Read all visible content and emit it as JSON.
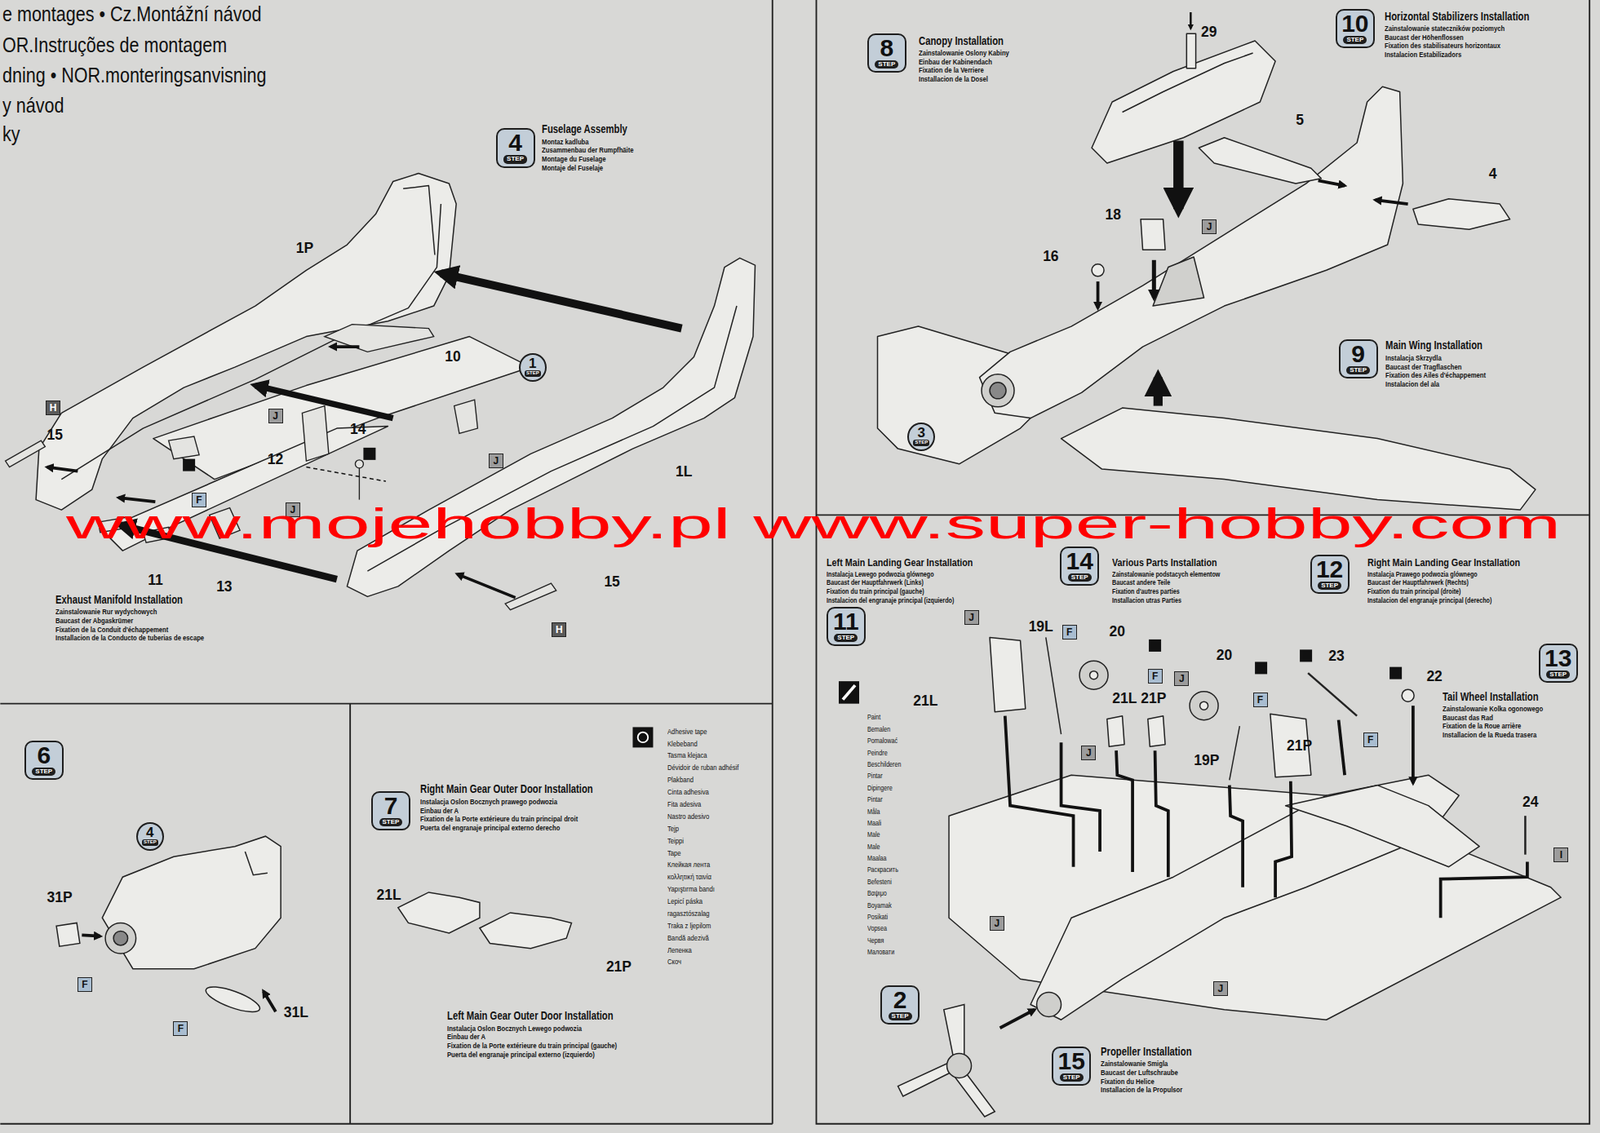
{
  "diagram": {
    "nodes": [
      {
        "text": [
          "4",
          "STEP"
        ]
      },
      {
        "text": [
          "1",
          "STEP"
        ]
      },
      {
        "text": [
          "H"
        ]
      },
      {
        "text": [
          "J"
        ]
      },
      {
        "text": [
          "J"
        ]
      },
      {
        "text": [
          "J"
        ]
      },
      {
        "text": [
          "F"
        ]
      },
      {
        "text": [
          "H"
        ]
      },
      {
        "text": [
          "8",
          "STEP"
        ]
      },
      {
        "text": [
          "10",
          "STEP"
        ]
      },
      {
        "text": [
          "J"
        ]
      },
      {
        "text": [
          "3",
          "STEP"
        ]
      },
      {
        "text": [
          "9",
          "STEP"
        ]
      },
      {
        "text": [
          "6",
          "STEP"
        ]
      },
      {
        "text": [
          "4",
          "STEP"
        ]
      },
      {
        "text": [
          "F"
        ]
      },
      {
        "text": [
          "F"
        ]
      },
      {
        "text": [
          "7",
          "STEP"
        ]
      },
      {
        "text": [
          "11",
          "STEP"
        ]
      },
      {
        "text": [
          "14",
          "STEP"
        ]
      },
      {
        "text": [
          "12",
          "STEP"
        ]
      },
      {
        "text": [
          "13",
          "STEP"
        ]
      },
      {
        "text": [
          "J"
        ]
      },
      {
        "text": [
          "F"
        ]
      },
      {
        "text": [
          "F"
        ]
      },
      {
        "text": [
          "J"
        ]
      },
      {
        "text": [
          "F"
        ]
      },
      {
        "text": [
          "J"
        ]
      },
      {
        "text": [
          "F"
        ]
      },
      {
        "text": [
          "I"
        ]
      },
      {
        "text": [
          "J"
        ]
      },
      {
        "text": [
          "J"
        ]
      },
      {
        "text": [
          "15",
          "STEP"
        ]
      },
      {
        "text": [
          "2",
          "STEP"
        ]
      }
    ],
    "labels": [
      "e montages • Cz.Montážní návod",
      "OR.Instruções de montagem",
      "dning • NOR.monteringsanvisning",
      "y návod",
      "ky",
      "Fuselage Assembly",
      "Montaz kadluba",
      "Zusammenbau der Rumpfhäite",
      "Montage du Fuselage",
      "Montaje del Fuselaje",
      "1P",
      "10",
      "14",
      "12",
      "1L",
      "15",
      "11",
      "13",
      "15",
      "Exhaust Manifold Installation",
      "Zainstalowanie Rur wydychowych",
      "Baucast der Abgaskrümer",
      "Fixation de la Conduit d'échappement",
      "Installacion de la Conducto de tuberias de escape",
      "Canopy Installation",
      "Zainstalowanie Oslony Kabiny",
      "Einbau der Kabinendach",
      "Fixation de la Verriere",
      "Installacion de la Dosel",
      "Horizontal Stabilizers Installation",
      "Zainstalowanie stateczników poziomych",
      "Baucast der Höhenflossen",
      "Fixation des stabilisateurs horizontaux",
      "Instalacion Estabilizadors",
      "29",
      "5",
      "4",
      "18",
      "16",
      "Main Wing Installation",
      "Instalacja Skrzydla",
      "Baucast der Tragflaschen",
      "Fixation des Ailes d'échappement",
      "Instalacion del ala",
      "31P",
      "31L",
      "Adhesive tape",
      "Klebeband",
      "Tasma klejaca",
      "Dévidoir de ruban adhésif",
      "Plakband",
      "Cinta adhesiva",
      "Fita adesiva",
      "Nastro adesivo",
      "Tejp",
      "Teippi",
      "Tape",
      "Клейкая лента",
      "κολλητική ταινία",
      "Yapıştırma bandı",
      "Lepicí páska",
      "ragasztószalag",
      "Traka z ljepilom",
      "Bandă adezivă",
      "Лепенка",
      "Скоч",
      "Right Main Gear Outer Door Installation",
      "Instalacja Oslon Bocznych prawego podwozia",
      "Einbau der A",
      "Fixation de la Porte extérieure du train principal droit",
      "Puerta del engranaje principal externo derecho",
      "21L",
      "21P",
      "Left Main Gear Outer Door Installation",
      "Instalacja Oslon Bocznych Lewego podwozia",
      "Einbau der A",
      "Fixation de la Porte extérieure du train principal (gauche)",
      "Puerta del engranaje principal externo (izquierdo)",
      "www.mojehobby.pl www.super-hobby.com",
      "Left Main Landing Gear Installation",
      "Instalacja Lewego podwozia glównego",
      "Baucast der Hauptfahrwerk (Links)",
      "Fixation du train principal (gauche)",
      "Instalacion del engranaje principal (izquierdo)",
      "Various Parts Installation",
      "Zainstalowanie podstacych elementow",
      "Baucast andere Teile",
      "Fixation d'autres parties",
      "Installacion utras Parties",
      "Right Main Landing Gear Installation",
      "Instalacja Prawego podwozia glównego",
      "Baucast der Hauptfahrwerk (Rechts)",
      "Fixation du train principal (droite)",
      "Instalacion del engranaje principal (derecho)",
      "Paint",
      "Bemalen",
      "Pomalować",
      "Peindre",
      "Beschilderen",
      "Pintar",
      "Dipingere",
      "Pintar",
      "Måla",
      "Maali",
      "Male",
      "Male",
      "Maalaa",
      "Раскрасить",
      "Befesteni",
      "Βαψιμο",
      "Boyamak",
      "Posikati",
      "Vopsea",
      "Червя",
      "Маловати",
      "21L",
      "19L",
      "20",
      "21L",
      "21P",
      "20",
      "19P",
      "21P",
      "23",
      "22",
      "24",
      "Tail Wheel Installation",
      "Zainstalowanie Kolka ogonowego",
      "Baucast das Rad",
      "Fixation de la Roue arrière",
      "Installacion de la Rueda trasera",
      "Propeller Installation",
      "Zainstalowanie Smigla",
      "Baucast der Luftschraube",
      "Fixation du Helice",
      "Installacion de la Propulsor"
    ]
  }
}
